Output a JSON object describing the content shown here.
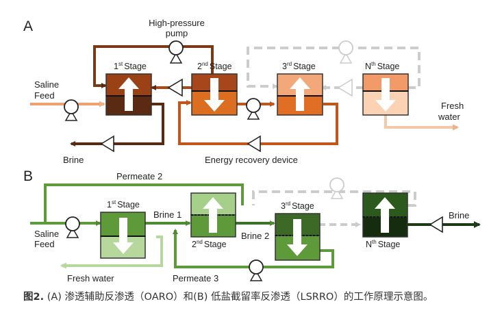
{
  "diagram": {
    "panel_a": {
      "letter": "A",
      "pump_label_line1": "High-pressure",
      "pump_label_line2": "pump",
      "saline_line1": "Saline",
      "saline_line2": "Feed",
      "stage1": "1",
      "stage1_sup": "st",
      "stage_word": "Stage",
      "stage2": "2",
      "stage2_sup": "nd",
      "stage3": "3",
      "stage3_sup": "rd",
      "stagen": "N",
      "stagen_sup": "th",
      "fresh_line1": "Fresh",
      "fresh_line2": "water",
      "brine": "Brine",
      "erd": "Energy recovery device"
    },
    "panel_b": {
      "letter": "B",
      "permeate2": "Permeate 2",
      "saline_line1": "Saline",
      "saline_line2": "Feed",
      "stage1": "1",
      "stage1_sup": "st",
      "stage_word": "Stage",
      "stage2": "2",
      "stage2_sup": "nd",
      "stage3": "3",
      "stage3_sup": "rd",
      "stagen": "N",
      "stagen_sup": "th",
      "brine1": "Brine 1",
      "brine2": "Brine 2",
      "brine_out": "Brine",
      "fresh_water": "Fresh water",
      "permeate3": "Permeate 3"
    },
    "colors": {
      "orange_dark": "#5a2a12",
      "orange_mid": "#c0561c",
      "orange_light": "#f0a070",
      "green_dark": "#1e3a14",
      "green_mid": "#4e8a32",
      "green_light": "#a6d08a",
      "ghost": "#cccccc"
    }
  },
  "caption": {
    "label": "图2.",
    "text": " (A) 渗透辅助反渗透（OARO）和(B) 低盐截留率反渗透（LSRRO）的工作原理示意图。"
  }
}
